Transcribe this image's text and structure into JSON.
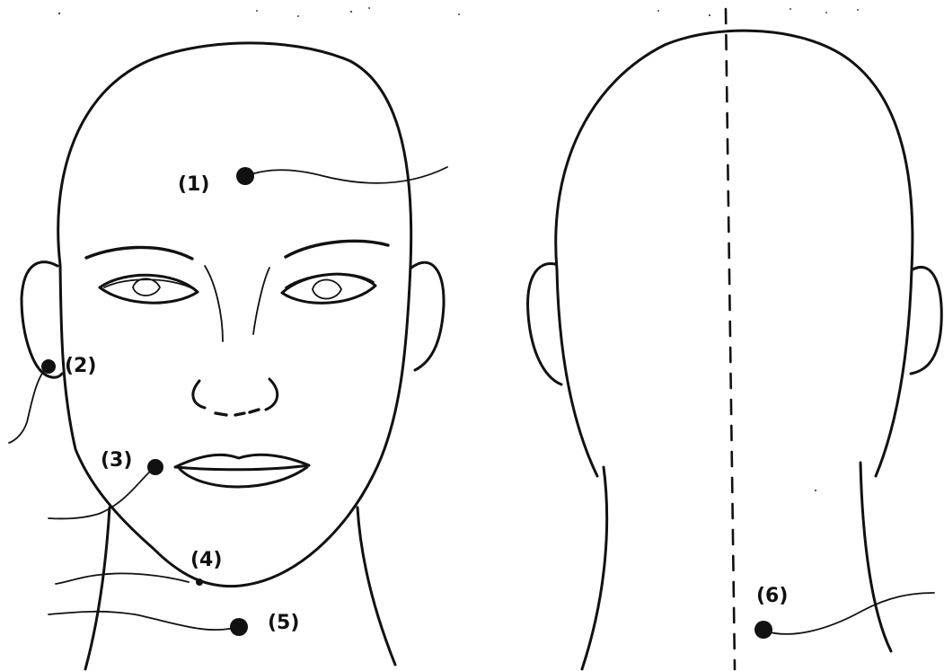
{
  "figure": {
    "markers": [
      {
        "id": "1",
        "label": "(1)"
      },
      {
        "id": "2",
        "label": "(2)"
      },
      {
        "id": "3",
        "label": "(3)"
      },
      {
        "id": "4",
        "label": "(4)"
      },
      {
        "id": "5",
        "label": "(5)"
      },
      {
        "id": "6",
        "label": "(6)"
      }
    ],
    "colors": {
      "ink": "#111111",
      "background": "#ffffff"
    }
  }
}
